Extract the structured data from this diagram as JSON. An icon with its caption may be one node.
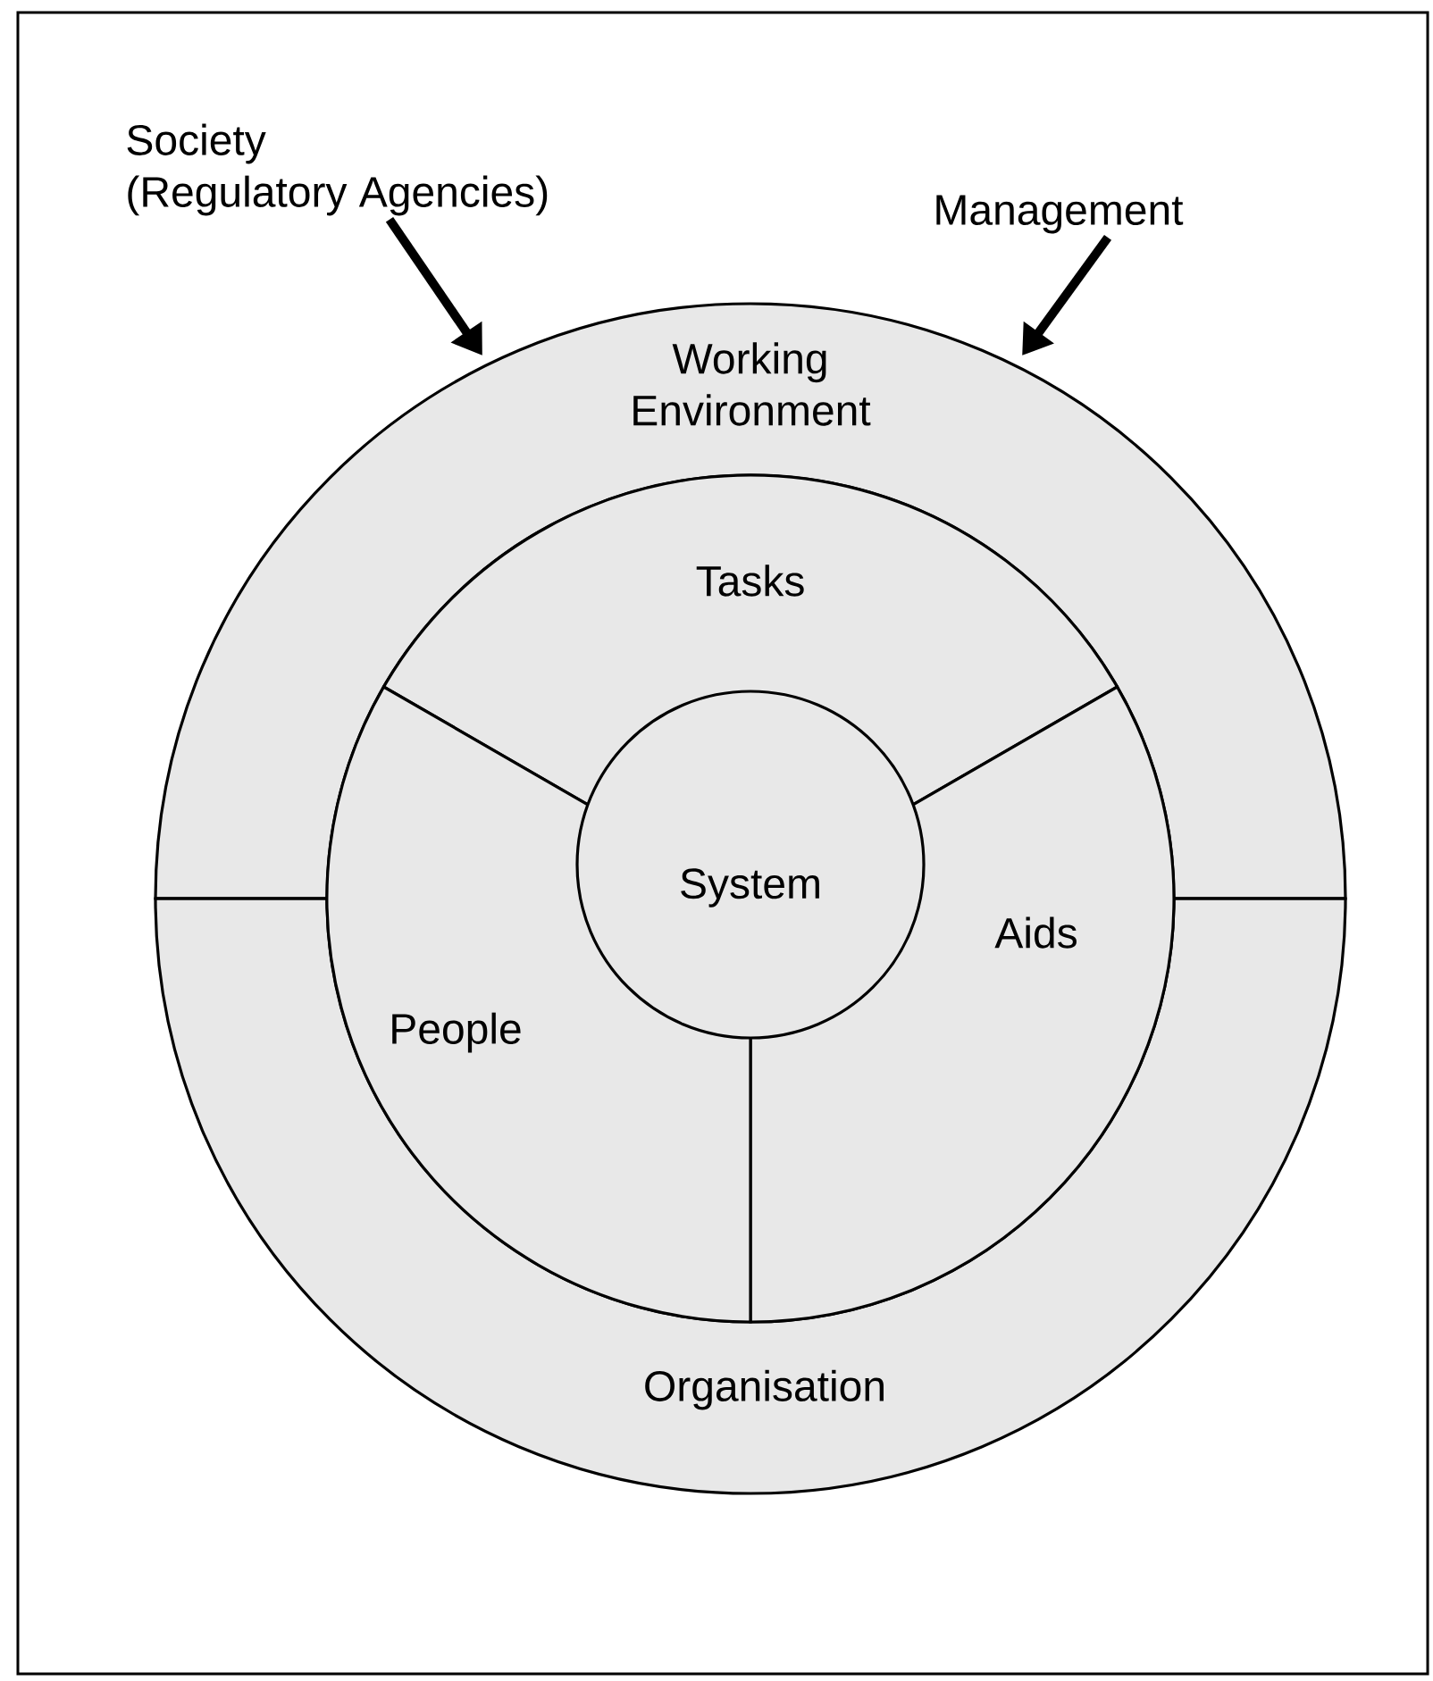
{
  "diagram": {
    "nodes": [
      {
        "text": [
          "Society",
          "(Regulatory Agencies)"
        ]
      },
      {
        "text": [
          "Management"
        ]
      },
      {
        "text": [
          "Working Environment"
        ]
      },
      {
        "text": [
          "Organisation"
        ]
      },
      {
        "text": [
          "Tasks"
        ]
      },
      {
        "text": [
          "Aids"
        ]
      },
      {
        "text": [
          "People"
        ]
      },
      {
        "text": [
          "System"
        ]
      }
    ],
    "edges": [
      {
        "from": 0,
        "to": 2,
        "arrow": "to"
      },
      {
        "from": 1,
        "to": 2,
        "arrow": "to"
      }
    ]
  }
}
